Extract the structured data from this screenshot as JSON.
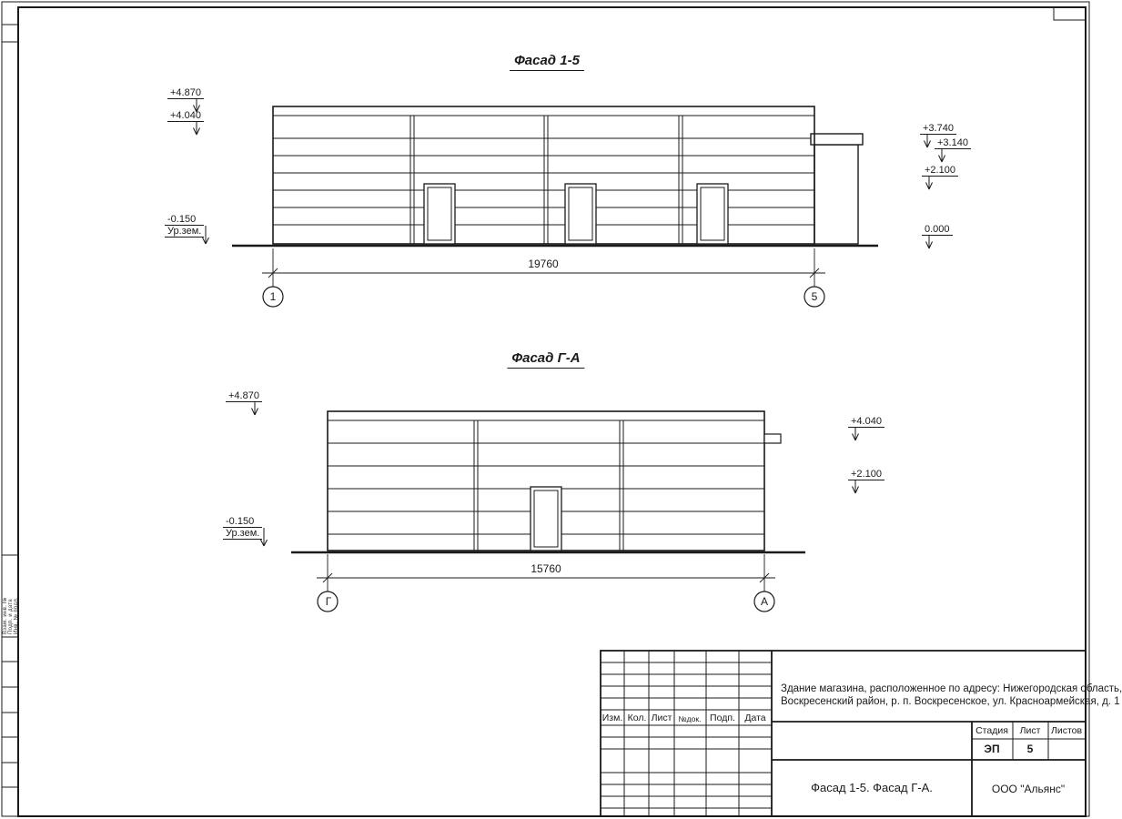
{
  "f1": {
    "title": "Фасад 1-5",
    "dim": "19760",
    "axis1": "1",
    "axis2": "5",
    "lvl_l1": "+4.870",
    "lvl_l2": "+4.040",
    "lvl_l3": "-0.150",
    "ground_label": "Ур.зем.",
    "lvl_r1": "+3.740",
    "lvl_r2": "+3.140",
    "lvl_r3": "+2.100",
    "lvl_r4": "0.000"
  },
  "f2": {
    "title": "Фасад Г-А",
    "dim": "15760",
    "axis1": "Г",
    "axis2": "А",
    "lvl_l1": "+4.870",
    "lvl_l2": "-0.150",
    "ground_label": "Ур.зем.",
    "lvl_r1": "+4.040",
    "lvl_r2": "+2.100"
  },
  "tb": {
    "cols": [
      "Изм.",
      "Кол.",
      "Лист",
      "№док.",
      "Подп.",
      "Дата"
    ],
    "project1": "Здание магазина, расположенное по адресу: Нижегородская область,",
    "project2": "Воскресенский район, р. п. Воскресенское, ул. Красноармейская, д. 1",
    "stage_label": "Стадия",
    "sheet_label": "Лист",
    "sheets_label": "Листов",
    "stage_value": "ЭП",
    "sheet_value": "5",
    "doc_title": "Фасад 1-5. Фасад Г-А.",
    "company": "ООО \"Альянс\""
  },
  "side": {
    "labels": [
      "Взам. инв. №",
      "Подп. и дата",
      "Инв. № подл."
    ]
  }
}
